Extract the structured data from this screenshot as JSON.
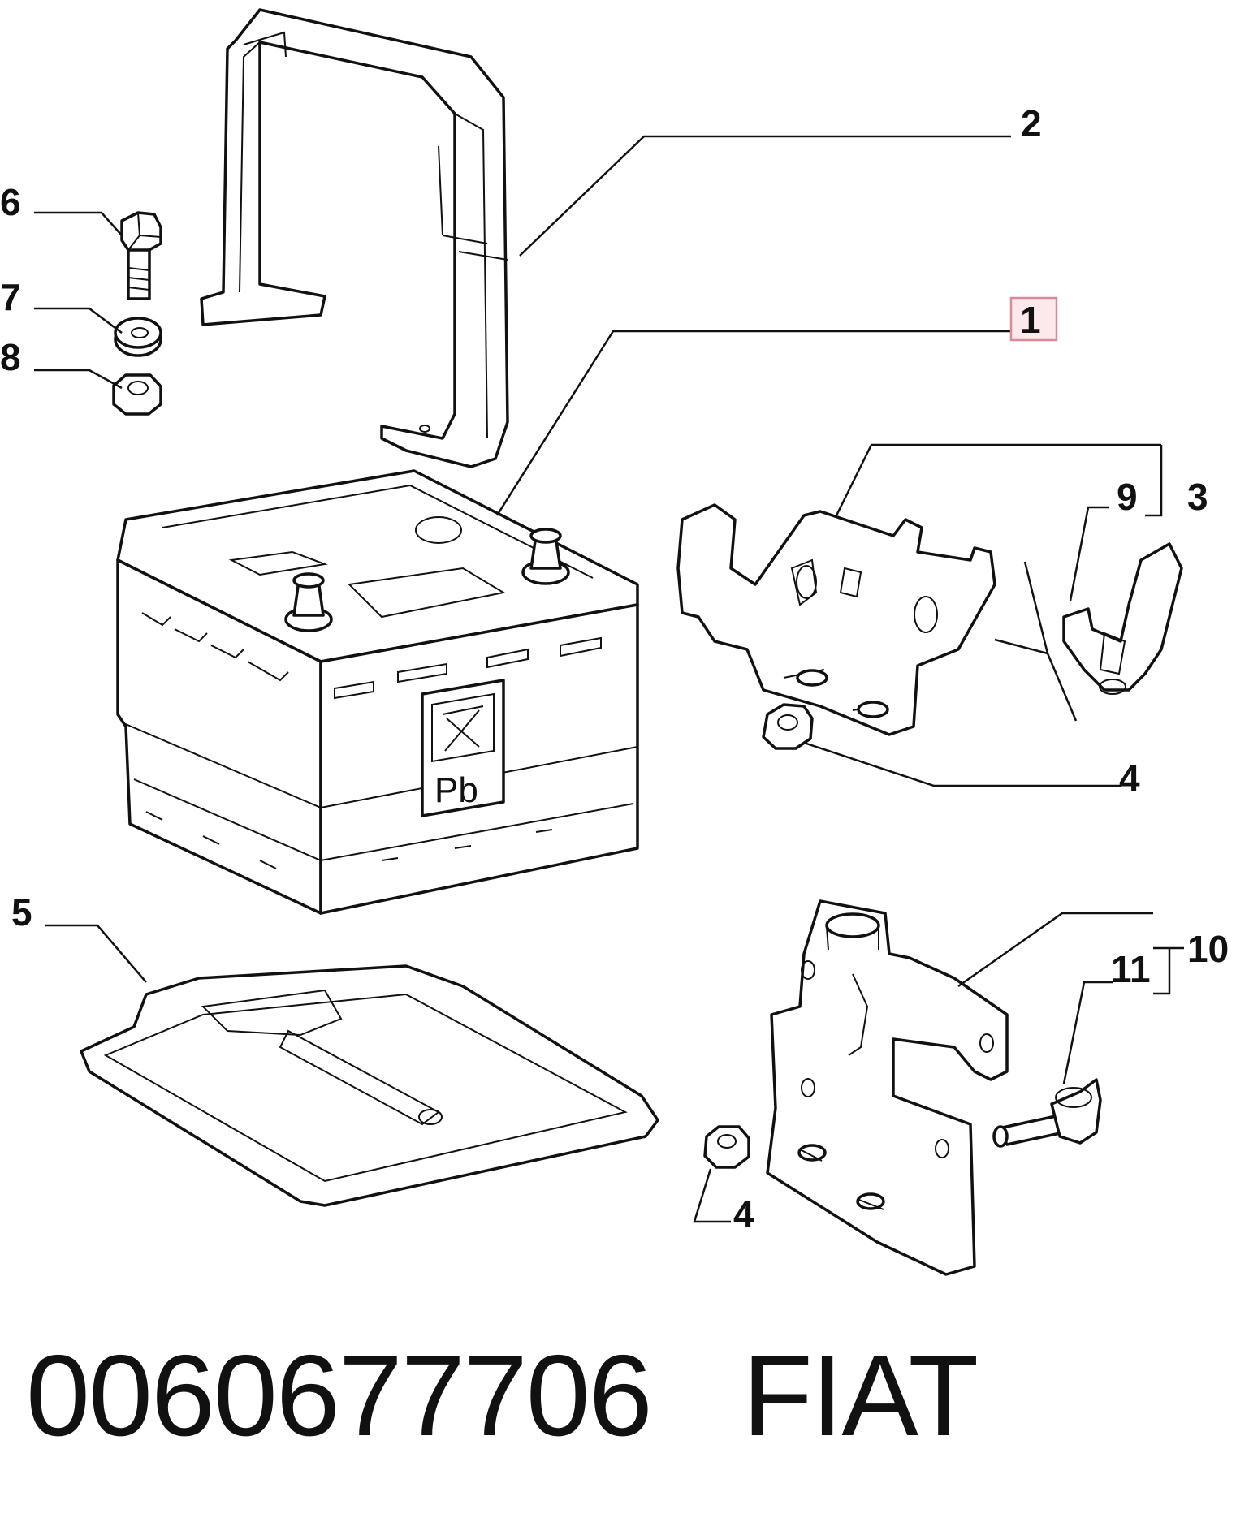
{
  "callouts": {
    "c1": "1",
    "c2": "2",
    "c3": "3",
    "c4a": "4",
    "c4b": "4",
    "c5": "5",
    "c6": "6",
    "c7": "7",
    "c8": "8",
    "c9": "9",
    "c10": "10",
    "c11": "11"
  },
  "battery_label": "Pb",
  "caption": "0060677706   FIAT",
  "highlight_color": "#d98a97"
}
